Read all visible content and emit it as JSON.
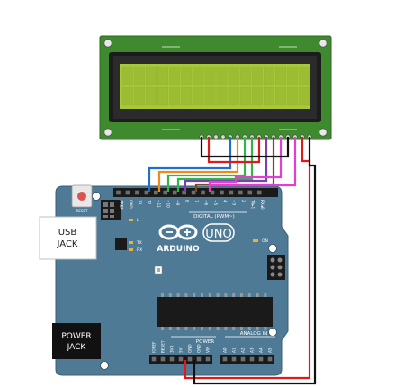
{
  "jacks": {
    "usb_line1": "USB",
    "usb_line2": "JACK",
    "power_line1": "POWER",
    "power_line2": "JACK"
  },
  "board": {
    "name": "ARDUINO",
    "model": "UNO",
    "reset_label": "RESET",
    "digital_label": "DIGITAL (PWM~)",
    "analog_label": "ANALOG IN",
    "power_label": "POWER",
    "on_label": "ON",
    "l_label": "L",
    "tx_label": "TX",
    "rx_label": "RX",
    "digital_pins": [
      "AREF",
      "GND",
      "13",
      "12",
      "~11",
      "~10",
      "~9",
      "8",
      "7",
      "~6",
      "~5",
      "4",
      "~3",
      "2",
      "TX▸1",
      "RX◂0"
    ],
    "power_pins": [
      "IOREF",
      "RESET",
      "3V3",
      "5V",
      "GND",
      "GND",
      "VIN"
    ],
    "analog_pins": [
      "A0",
      "A1",
      "A2",
      "A3",
      "A4",
      "A5"
    ]
  },
  "colors": {
    "wire_blue": "#1f6fd1",
    "wire_orange": "#f28a1a",
    "wire_green": "#2fb54a",
    "wire_purple": "#7a3fb0",
    "wire_brown": "#7b4a1e",
    "wire_magenta": "#e23fd0",
    "wire_red": "#e01a1a",
    "wire_black": "#111111",
    "board": "#4f7a95",
    "lcd_pcb": "#3f8a2e",
    "lcd_screen": "#a8c83a"
  }
}
